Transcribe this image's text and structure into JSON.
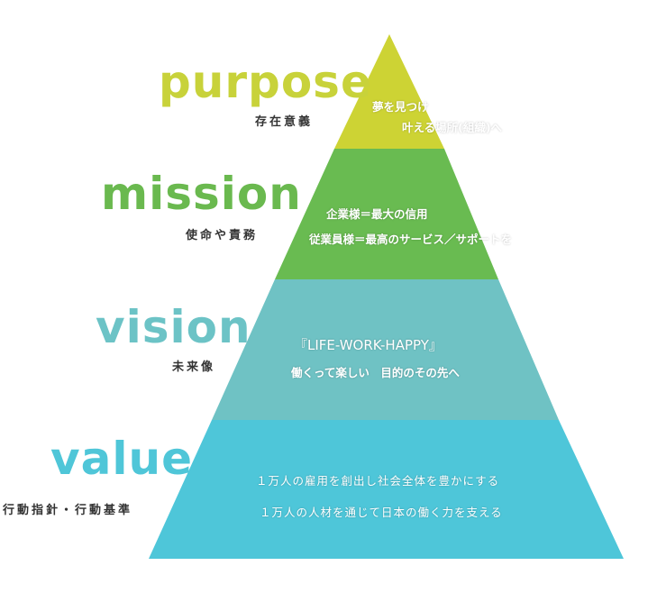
{
  "colors": {
    "purpose": "#cdd334",
    "mission": "#69bb51",
    "vision": "#6fc2c4",
    "value": "#4ec6d9"
  },
  "layers": [
    {
      "title": "purpose",
      "subtitle": "存在意義",
      "lines": [
        "夢を見つけ",
        "叶える場所(組織)へ"
      ]
    },
    {
      "title": "mission",
      "subtitle": "使命や責務",
      "lines": [
        "企業様＝最大の信用",
        "従業員様＝最高のサービス／サポートを"
      ]
    },
    {
      "title": "vision",
      "subtitle": "未来像",
      "lines": [
        "『LIFE-WORK-HAPPY』",
        "働くって楽しい　目的のその先へ"
      ]
    },
    {
      "title": "value",
      "subtitle": "行動指針・行動基準",
      "lines": [
        "１万人の雇用を創出し社会全体を豊かにする",
        "１万人の人材を通じて日本の働く力を支える"
      ]
    }
  ]
}
